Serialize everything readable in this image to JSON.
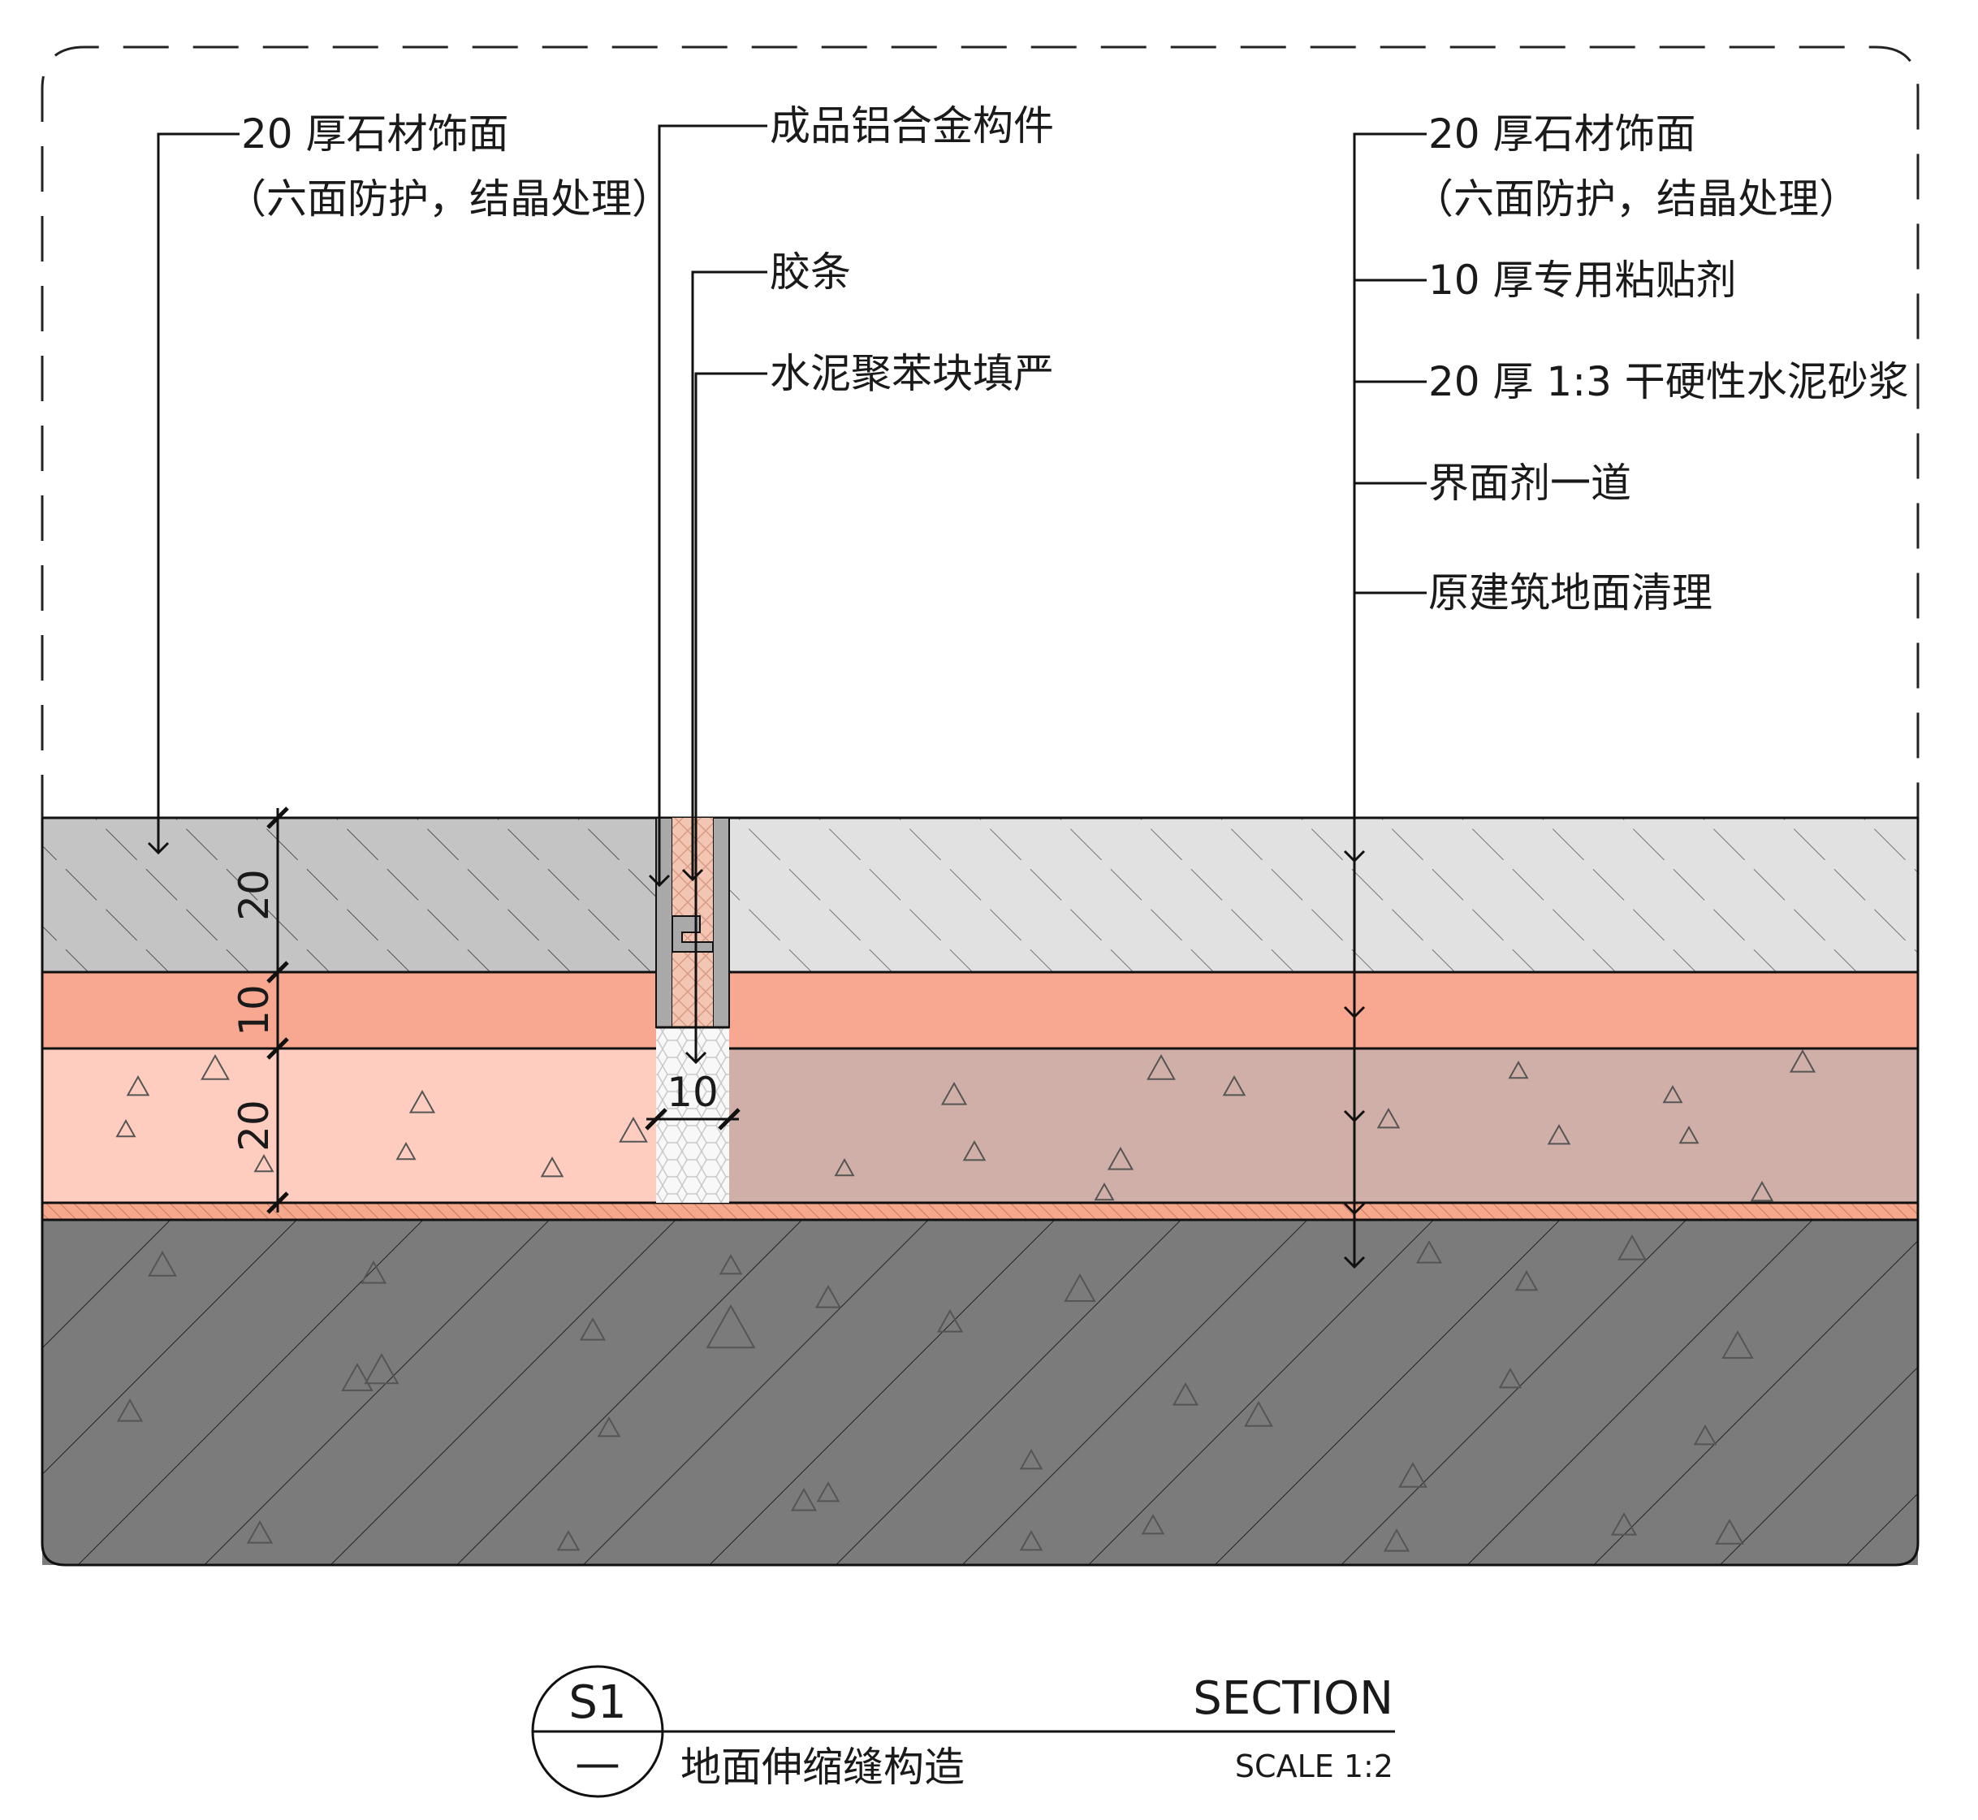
{
  "left_callout": {
    "line1": "20 厚石材饰面",
    "line2": "（六面防护，结晶处理）"
  },
  "joint_callouts": [
    "成品铝合金构件",
    "胶条",
    "水泥聚苯块填严"
  ],
  "right_callouts": {
    "stone_line1": "20 厚石材饰面",
    "stone_line2": "（六面防护，结晶处理）",
    "adhesive": "10 厚专用粘贴剂",
    "mortar": "20 厚 1:3 干硬性水泥砂浆",
    "interface": "界面剂一道",
    "base": "原建筑地面清理"
  },
  "dimensions": {
    "stone": "20",
    "adhesive": "10",
    "mortar": "20",
    "joint_width": "10"
  },
  "title_block": {
    "symbol_top": "S1",
    "symbol_bottom": "—",
    "section": "SECTION",
    "name": "地面伸缩缝构造",
    "scale": "SCALE 1:2"
  },
  "colors": {
    "stone_left": "#c4c4c4",
    "stone_right": "#e1e1e1",
    "adhesive": "#f8a890",
    "mortar_left": "#ffcdbf",
    "mortar_right": "#d0afa8",
    "interface": "#f6a88d",
    "base_slab": "#7b7b7b"
  }
}
